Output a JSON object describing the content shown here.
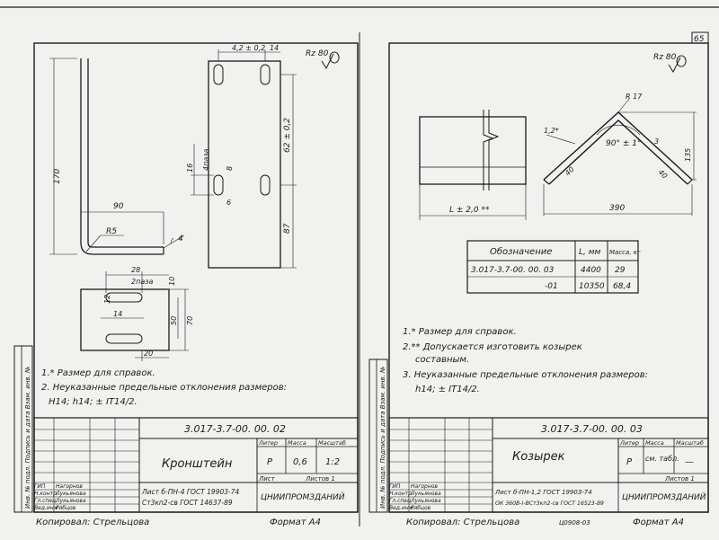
{
  "page_number": "65",
  "left": {
    "roughness": "Rz 80",
    "dims": {
      "height_total": "170",
      "width_90": "90",
      "radius": "R5",
      "angle": "4",
      "top_a": "4,2 ± 0,2",
      "top_b": "14",
      "side_62": "62 ± 0,2",
      "side_87": "87",
      "slot_16": "16",
      "slot_4paz": "4паза",
      "slot_8": "8",
      "slot_6": "6",
      "b_28": "28",
      "b_2paz": "2паза",
      "b_12": "12",
      "b_14": "14",
      "b_10": "10",
      "b_50": "50",
      "b_70": "70",
      "b_20": "20"
    },
    "notes": [
      "1.* Размер для справок.",
      "2. Неуказанные предельные отклонения размеров:",
      "H14; h14; ± IT14/2."
    ],
    "doc_number": "3.017-3.7-00. 00. 02",
    "title": "Кронштейн",
    "lit": "Р",
    "mass": "0,6",
    "scale": "1:2",
    "sheet": "Лист",
    "sheets": "Листов 1",
    "head_lit": "Литер",
    "head_mass": "Масса",
    "head_scale": "Масштаб",
    "material": "Лист б-ПН-4 ГОСТ 19903-74",
    "material2": "Ст3кп2-св ГОСТ 14637-89",
    "org": "ЦНИИПРОМЗДАНИЙ",
    "sign_rows": [
      "ГИП",
      "Н.контр.",
      "Гл.спец.",
      "Вед.инж."
    ],
    "sign_names": [
      "Нагорнов",
      "Лукьянова",
      "Лукьянова",
      "Рябцов"
    ],
    "side_stamp": "Инв. № подл.  Подпись и дата  Взам. инв. №",
    "copied": "Копировал: Стрельцова",
    "format": "Формат А4"
  },
  "right": {
    "roughness": "Rz 80",
    "dims": {
      "thickness": "1,2*",
      "radius": "R 17",
      "angle": "90° ± 1°",
      "d3": "3",
      "d40a": "40",
      "d40b": "40",
      "d135": "135",
      "length": "L ± 2,0 **",
      "width": "390"
    },
    "table": {
      "headers": [
        "Обозначение",
        "L, мм",
        "Масса, кг"
      ],
      "rows": [
        [
          "3.017-3.7-00. 00. 03",
          "4400",
          "29"
        ],
        [
          "-01",
          "10350",
          "68,4"
        ]
      ]
    },
    "notes": [
      "1.* Размер для справок.",
      "2.** Допускается изготовить козырек",
      "составным.",
      "3. Неуказанные предельные отклонения размеров:",
      "h14; ± IT14/2."
    ],
    "doc_number": "3.017-3.7-00. 00. 03",
    "title": "Козырек",
    "lit": "Р",
    "mass": "см. табл.",
    "scale": "—",
    "sheets": "Листов 1",
    "head_lit": "Литер",
    "head_mass": "Масса",
    "head_scale": "Масштаб",
    "material": "Лист б-ПН-1,2 ГОСТ 19903-74",
    "material2": "ОК 360В-I-ВСт3кп2-св ГОСТ 16523-89",
    "org": "ЦНИИПРОМЗДАНИЙ",
    "sign_rows": [
      "ГИП",
      "Н.контр.",
      "Гл.спец.",
      "Вед.инж."
    ],
    "sign_names": [
      "Нагорнов",
      "Лукьянова",
      "Лукьянова",
      "Рябцов"
    ],
    "side_stamp": "Инв. № подл.  Подпись и дата  Взам. инв. №",
    "copied": "Копировал: Стрельцова",
    "extra": "Ц0908-03",
    "format": "Формат А4"
  },
  "chart_data": {
    "type": "table",
    "headers": [
      "Обозначение",
      "L, мм",
      "Масса, кг"
    ],
    "rows": [
      [
        "3.017-3.7-00. 00. 03",
        "4400",
        "29"
      ],
      [
        "-01",
        "10350",
        "68,4"
      ]
    ]
  }
}
